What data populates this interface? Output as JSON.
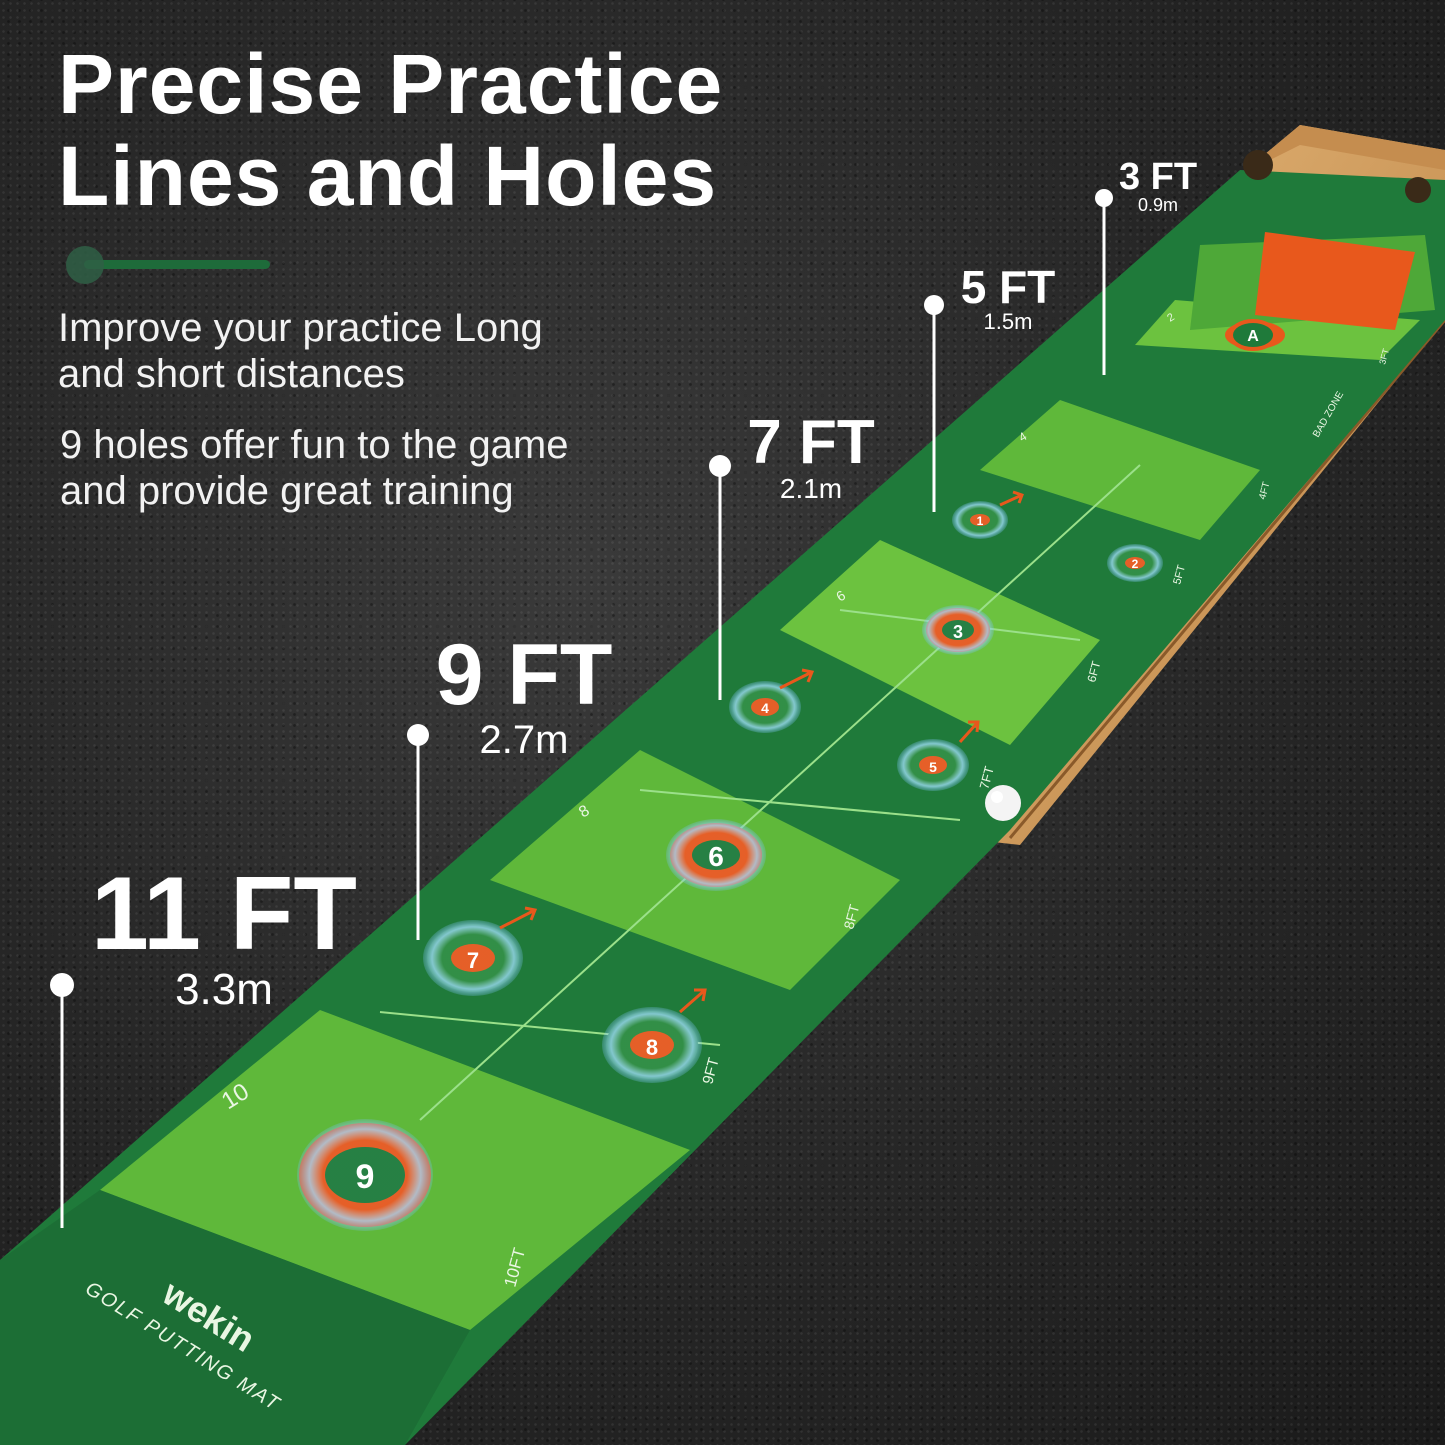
{
  "headline": {
    "line1": "Precise Practice",
    "line2": "Lines and Holes"
  },
  "copy": {
    "block1_line1": "Improve your practice Long",
    "block1_line2": "and short distances",
    "block2_line1": "9 holes offer fun to the game",
    "block2_line2": "and provide great training"
  },
  "distances": [
    {
      "ft": "3 FT",
      "m": "0.9m"
    },
    {
      "ft": "5 FT",
      "m": "1.5m"
    },
    {
      "ft": "7 FT",
      "m": "2.1m"
    },
    {
      "ft": "9 FT",
      "m": "2.7m"
    },
    {
      "ft": "11 FT",
      "m": "3.3m"
    }
  ],
  "mat": {
    "brand": "wekin",
    "product": "GOLF PUTTING MAT",
    "row_numbers": [
      "10",
      "8",
      "6",
      "4",
      "2"
    ],
    "side_marks": [
      "10FT",
      "9FT",
      "8FT",
      "7FT",
      "6FT",
      "5FT",
      "4FT",
      "3FT"
    ],
    "zone_text": "BAD ZONE",
    "cup_letter": "A",
    "hole_numbers": [
      "9",
      "8",
      "7",
      "6",
      "5",
      "4",
      "3",
      "2",
      "1"
    ]
  },
  "colors": {
    "mat_dark": "#1f7a3a",
    "mat_light": "#5fb83a",
    "mat_mid": "#3f9a34",
    "target_orange": "#e8581c",
    "rail_wood": "#d9a868",
    "ring_blue": "#8fd3ff"
  },
  "icons": [
    "golf-ball-icon",
    "direction-arrow-icon",
    "hole-cup-icon"
  ]
}
